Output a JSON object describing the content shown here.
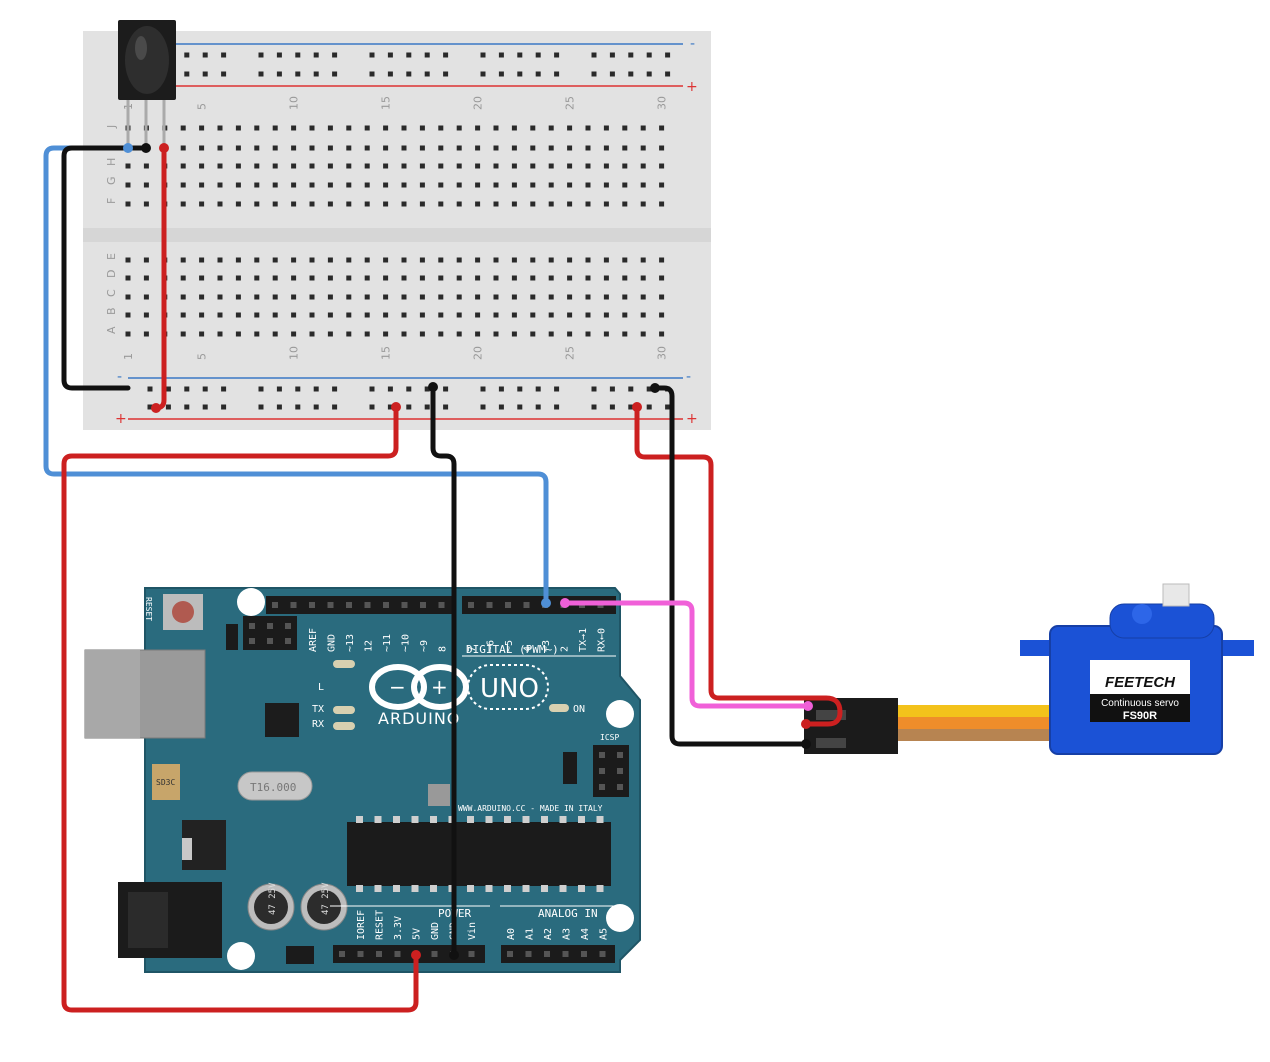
{
  "breadboard": {
    "column_numbers": [
      "1",
      "5",
      "10",
      "15",
      "20",
      "25",
      "30"
    ],
    "row_letters_top": [
      "J",
      "I",
      "H",
      "G",
      "F"
    ],
    "row_letters_bottom": [
      "E",
      "D",
      "C",
      "B",
      "A"
    ],
    "rail_minus": "-",
    "rail_plus": "+"
  },
  "arduino": {
    "brand": "ARDUINO",
    "model": "UNO",
    "digital_label": "DIGITAL (PWM~)",
    "analog_label": "ANALOG IN",
    "power_label": "POWER",
    "website": "WWW.ARDUINO.CC - MADE IN ITALY",
    "icsp_label": "ICSP",
    "on_label": "ON",
    "tx_label": "TX",
    "rx_label": "RX",
    "l_label": "L",
    "reset_label": "RESET",
    "crystal_label": "T16.000",
    "regulator_label": "SD3C",
    "cap_label": "47 25V",
    "digital_pins": [
      "AREF",
      "GND",
      "~13",
      "12",
      "~11",
      "~10",
      "~9",
      "8",
      "7",
      "~6",
      "~5",
      "4",
      "~3",
      "2",
      "TX→1",
      "RX←0"
    ],
    "power_pins": [
      "IOREF",
      "RESET",
      "3.3V",
      "5V",
      "GND",
      "GND",
      "Vin"
    ],
    "analog_pins": [
      "A0",
      "A1",
      "A2",
      "A3",
      "A4",
      "A5"
    ]
  },
  "servo": {
    "brand": "FEETECH",
    "type": "Continuous servo",
    "model": "FS90R"
  },
  "colors": {
    "wire_red": "#cc2020",
    "wire_black": "#111111",
    "wire_blue": "#4f8fd6",
    "wire_pink": "#f060d8",
    "board_teal": "#2a6b7e",
    "breadboard": "#e4e4e4",
    "servo_blue": "#1b52d6"
  }
}
